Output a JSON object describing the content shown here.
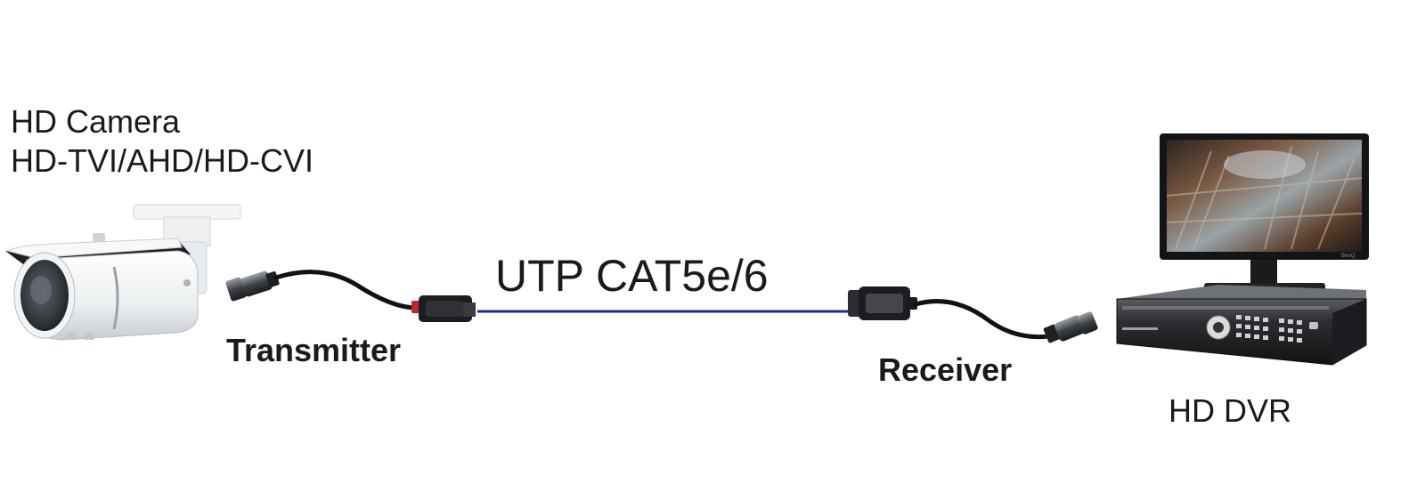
{
  "camera": {
    "title": "HD Camera",
    "subtitle": "HD-TVI/AHD/HD-CVI"
  },
  "cable": {
    "label": "UTP CAT5e/6",
    "color": "#1f2a8c"
  },
  "transmitter": {
    "label": "Transmitter"
  },
  "receiver": {
    "label": "Receiver"
  },
  "dvr": {
    "label": "HD DVR"
  },
  "icons": [
    "camera-icon",
    "bnc-connector-icon",
    "balun-icon",
    "monitor-icon",
    "dvr-icon"
  ]
}
